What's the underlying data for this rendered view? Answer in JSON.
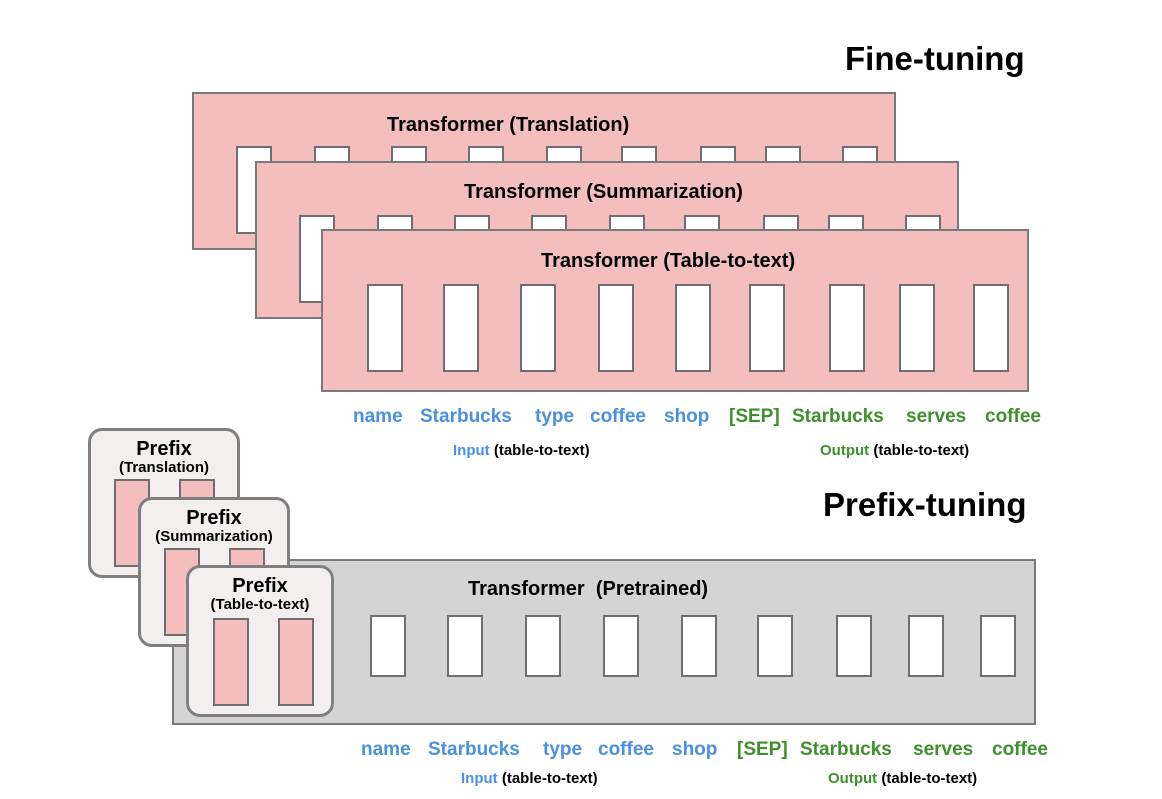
{
  "fine_tuning": {
    "title": "Fine-tuning",
    "transformers": [
      {
        "label": "Transformer (Translation)"
      },
      {
        "label": "Transformer (Summarization)"
      },
      {
        "label": "Transformer (Table-to-text)"
      }
    ],
    "tokens": {
      "input": [
        "name",
        "Starbucks",
        "type",
        "coffee",
        "shop"
      ],
      "output": [
        "[SEP]",
        "Starbucks",
        "serves",
        "coffee"
      ]
    },
    "input_label": {
      "keyword": "Input",
      "rest": "(table-to-text)"
    },
    "output_label": {
      "keyword": "Output",
      "rest": "(table-to-text)"
    }
  },
  "prefix_tuning": {
    "title": "Prefix-tuning",
    "transformer_label": "Transformer  (Pretrained)",
    "prefixes": [
      {
        "title": "Prefix",
        "subtitle": "(Translation)"
      },
      {
        "title": "Prefix",
        "subtitle": "(Summarization)"
      },
      {
        "title": "Prefix",
        "subtitle": "(Table-to-text)"
      }
    ],
    "tokens": {
      "input": [
        "name",
        "Starbucks",
        "type",
        "coffee",
        "shop"
      ],
      "output": [
        "[SEP]",
        "Starbucks",
        "serves",
        "coffee"
      ]
    },
    "input_label": {
      "keyword": "Input",
      "rest": "(table-to-text)"
    },
    "output_label": {
      "keyword": "Output",
      "rest": "(table-to-text)"
    }
  },
  "colors": {
    "finetune_fill": "#f4bebf",
    "pretrained_fill": "#d4d4d4",
    "prefix_fill": "#f3efee",
    "input_blue": "#4a90e2",
    "output_green": "#3f8f2c"
  }
}
